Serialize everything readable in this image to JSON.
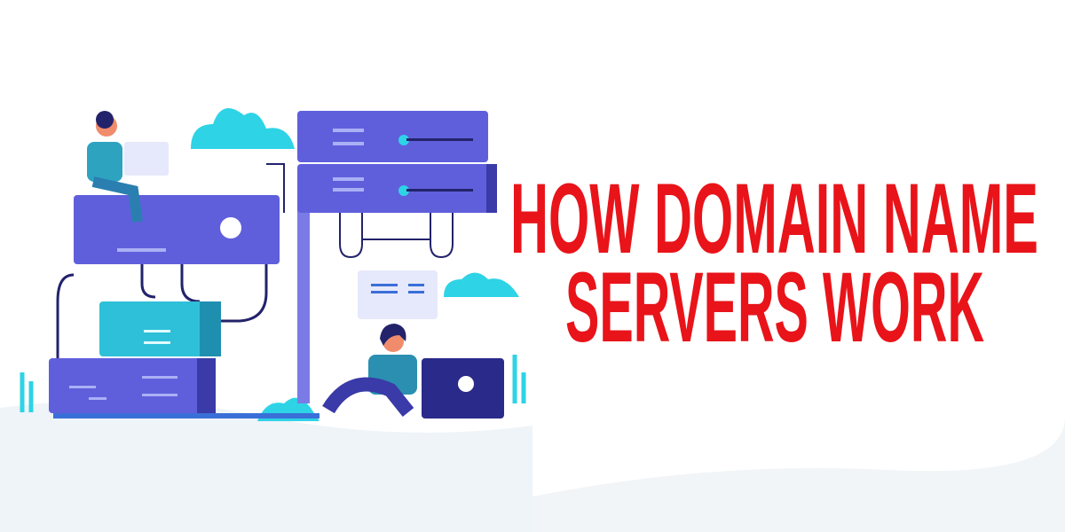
{
  "headline": {
    "line1": "HOW DOMAIN NAME",
    "line2": "SERVERS WORK",
    "color": "#e8141a"
  },
  "illustration": {
    "subject": "servers-and-people-illustration",
    "colors": {
      "server_purple": "#5f5fdc",
      "server_dark": "#3a3aa8",
      "teal": "#2ed3e6",
      "cable": "#23236b",
      "panel": "#e6e8fb"
    }
  }
}
